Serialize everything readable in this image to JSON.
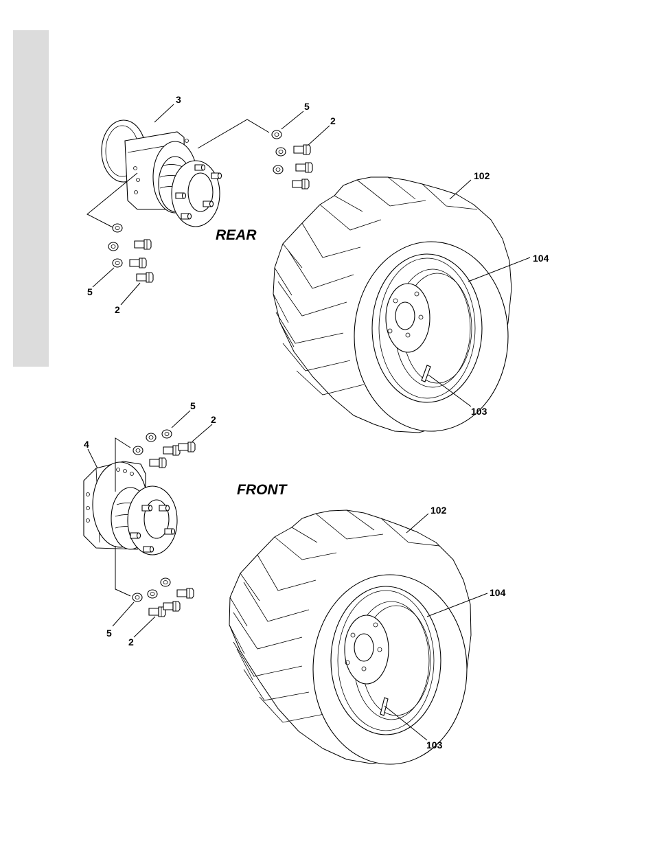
{
  "sections": {
    "rear": "REAR",
    "front": "FRONT"
  },
  "callouts": {
    "rear_hub": "3",
    "rear_washer_top": "5",
    "rear_bolt_top": "2",
    "rear_washer_bottom": "5",
    "rear_bolt_bottom": "2",
    "rear_tire": "102",
    "rear_rim": "104",
    "rear_valve": "103",
    "front_hub": "4",
    "front_washer_top": "5",
    "front_bolt_top": "2",
    "front_washer_bottom": "5",
    "front_bolt_bottom": "2",
    "front_tire": "102",
    "front_rim": "104",
    "front_valve": "103"
  },
  "colors": {
    "sidebar": "#dcdcdc",
    "ink": "#000000"
  }
}
